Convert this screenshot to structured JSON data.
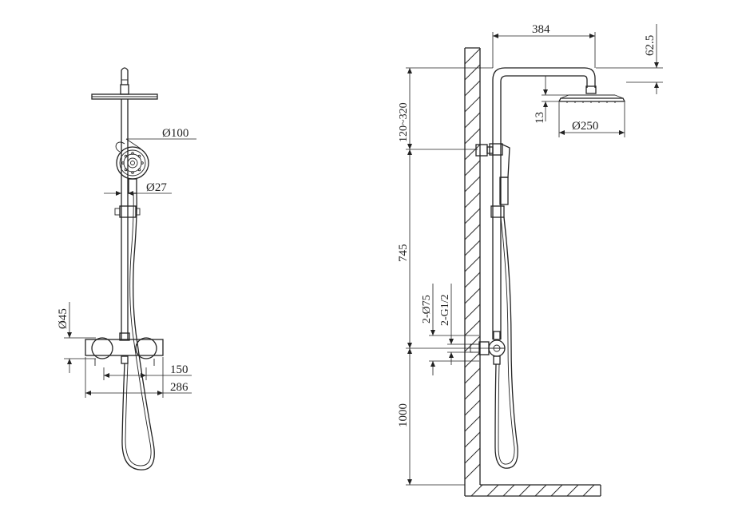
{
  "front_view": {
    "dim_hand_shower_dia": "Ø100",
    "dim_pipe_dia": "Ø27",
    "dim_valve_dia": "Ø45",
    "dim_inlet_spacing": "150",
    "dim_valve_width": "286"
  },
  "side_view": {
    "dim_arm_length": "384",
    "dim_head_drop": "62.5",
    "dim_adjust_range": "120~320",
    "dim_head_thickness": "13",
    "dim_head_dia": "Ø250",
    "dim_riser_length": "745",
    "dim_escutcheon": "2-Ø75",
    "dim_thread": "2-G1/2",
    "dim_floor_height": "1000"
  }
}
